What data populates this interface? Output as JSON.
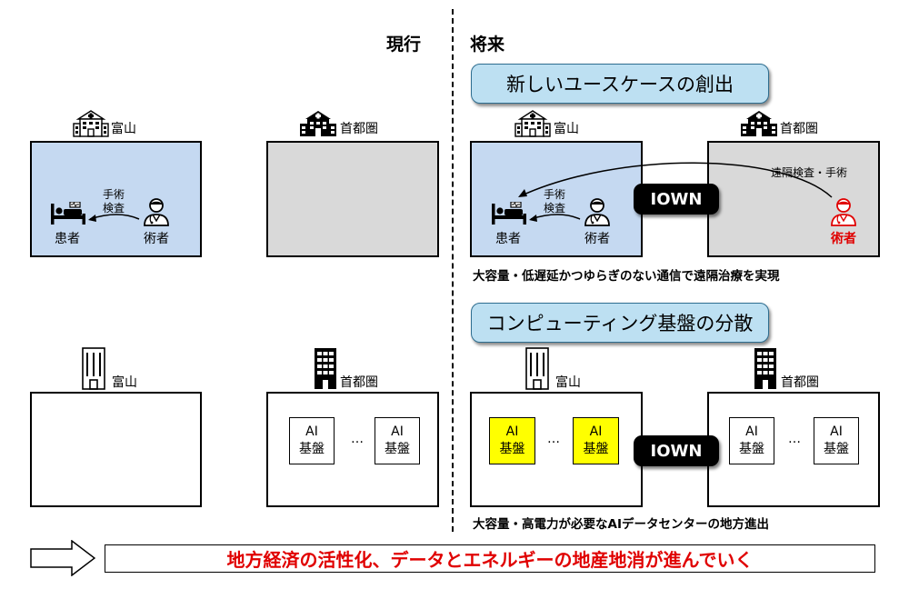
{
  "headers": {
    "current": "現行",
    "future": "将来"
  },
  "pills": {
    "use_case": "新しいユースケースの創出",
    "computing": "コンピューティング基盤の分散"
  },
  "locations": {
    "toyama": "富山",
    "shutoken": "首都圏"
  },
  "medical": {
    "patient": "患者",
    "surgeon": "術者",
    "local_action_line1": "手術",
    "local_action_line2": "検査",
    "remote_action": "遠隔検査・手術"
  },
  "ai": {
    "line1": "AI",
    "line2": "基盤",
    "ellipsis": "…"
  },
  "iown": "IOWN",
  "captions": {
    "medical": "大容量・低遅延かつゆらぎのない通信で遠隔治療を実現",
    "datacenter": "大容量・高電力が必要なAIデータセンターの地方進出"
  },
  "bottom": {
    "message": "地方経済の活性化、データとエネルギーの地産地消が進んでいく"
  },
  "colors": {
    "accent_red": "#e00000",
    "pill_fill": "#bde0f2",
    "box_blue": "#c5d9f1",
    "box_gray": "#d9d9d9",
    "ai_yellow": "#ffff00"
  },
  "icons": [
    "hospital-icon",
    "building-icon",
    "patient-bed-icon",
    "doctor-icon"
  ]
}
